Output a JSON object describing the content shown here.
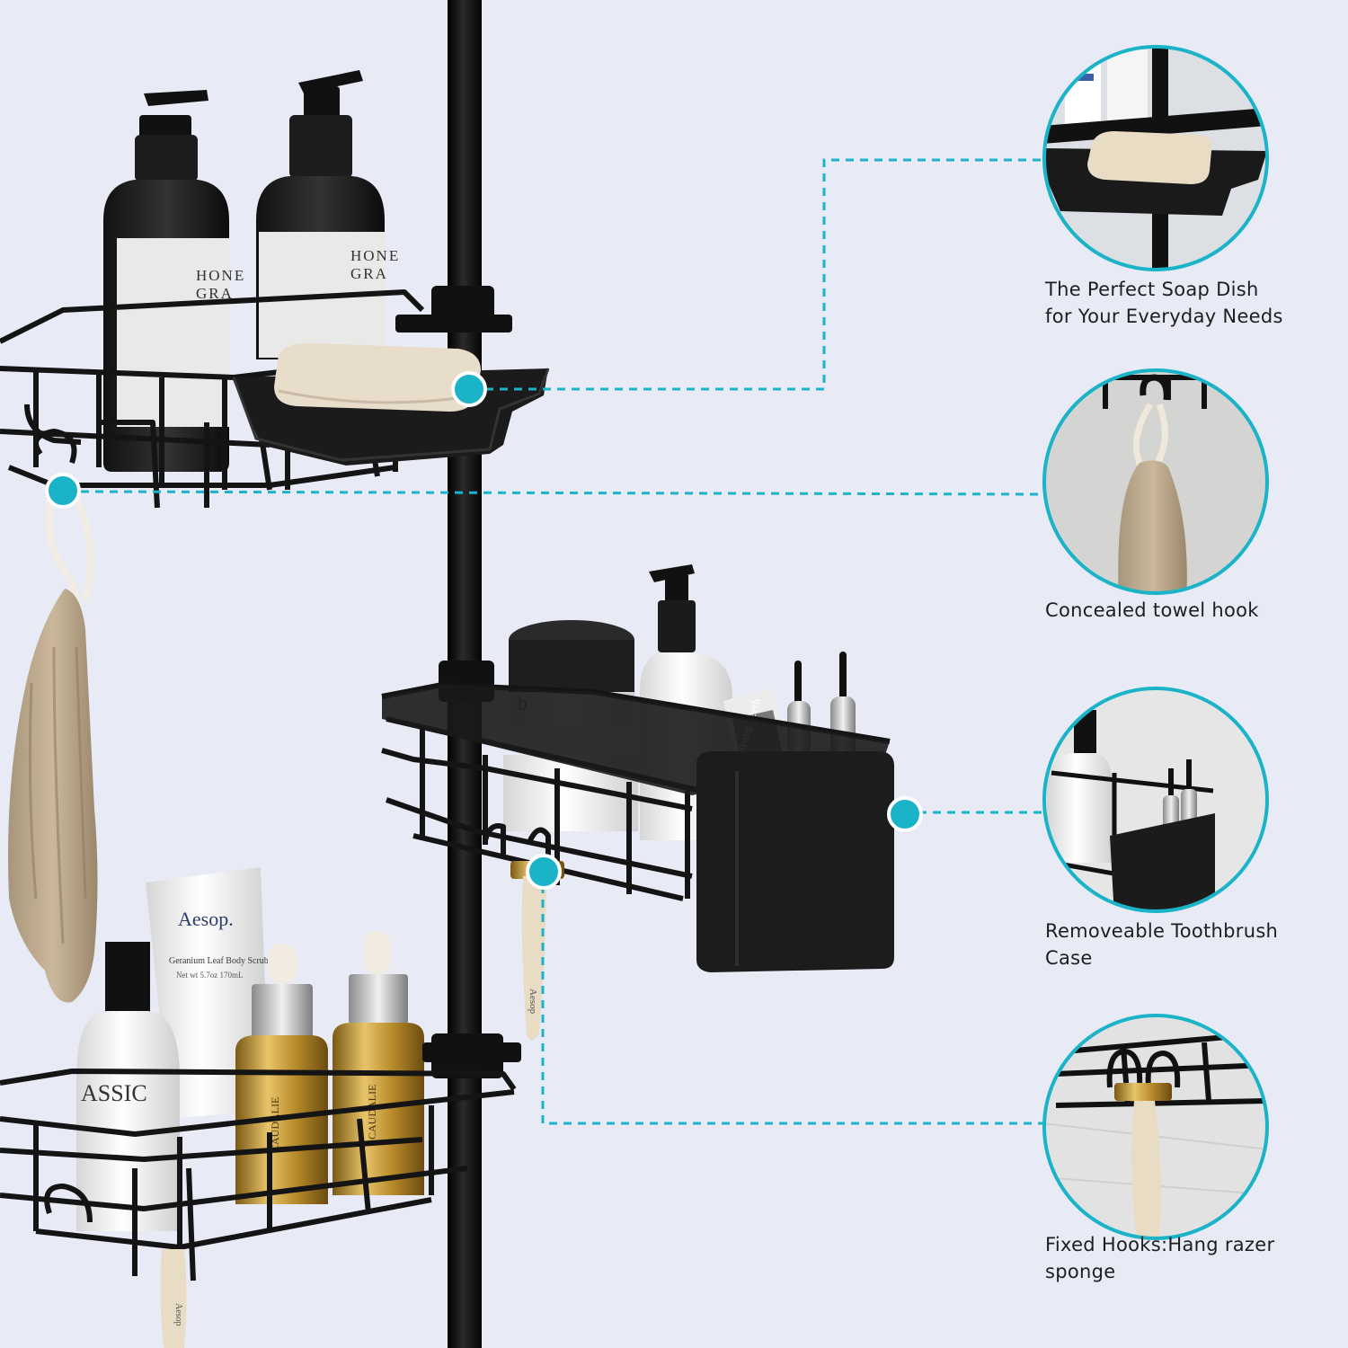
{
  "colors": {
    "background": "#e8ebf6",
    "accent": "#1bb3c8",
    "rack": "#1a1a1a",
    "caption_text": "#1e1e1e"
  },
  "product_labels": {
    "pump_bottle_1": [
      "HONE",
      "GRA"
    ],
    "pump_bottle_2": [
      "HONE",
      "GRA"
    ],
    "tube_brand": "Aesop.",
    "tube_product": "Geranium Leaf Body Scrub",
    "tube_volume": "Net wt 5.7oz 170mL",
    "toothpaste": "Strong Teeth",
    "white_bottle": "ASSIC",
    "dropper_bottles": [
      "CAUDALIE",
      "CAUDALIE"
    ],
    "razor": "Aesop",
    "jar": "b"
  },
  "callouts": [
    {
      "icon": "soap-dish",
      "lines": [
        "The Perfect Soap Dish",
        "for Your Everyday Needs"
      ]
    },
    {
      "icon": "towel-hook",
      "lines": [
        "Concealed towel hook"
      ]
    },
    {
      "icon": "toothbrush-case",
      "lines": [
        "Removeable Toothbrush",
        "Case"
      ]
    },
    {
      "icon": "razor-hook",
      "lines": [
        "Fixed Hooks:Hang razer",
        "sponge"
      ]
    }
  ]
}
